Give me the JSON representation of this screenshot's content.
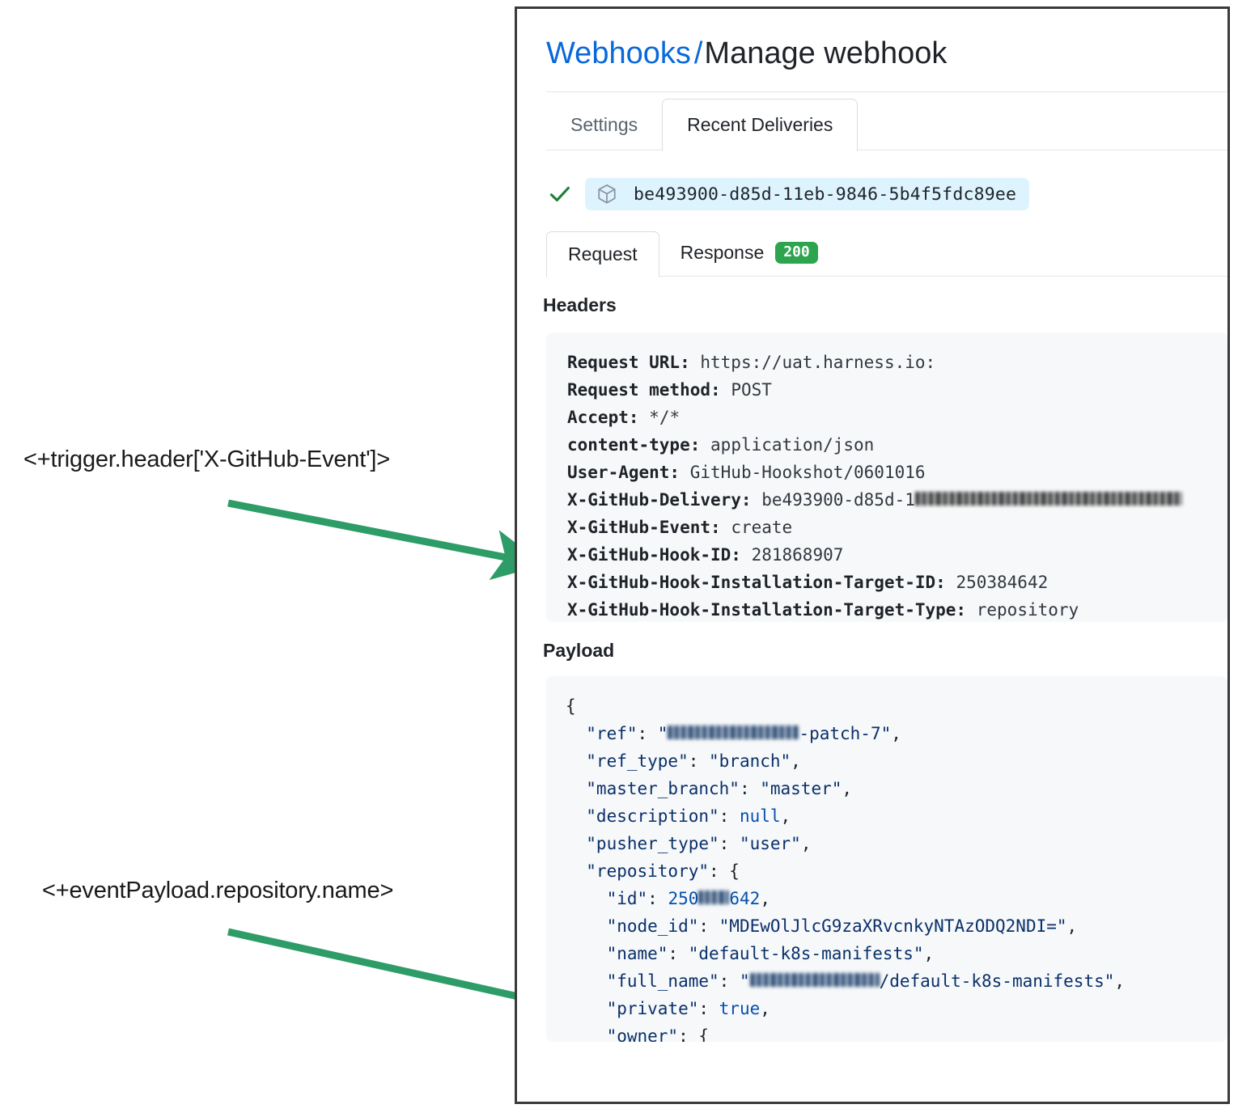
{
  "annotations": [
    {
      "name": "header-expression",
      "text": "<+trigger.header['X-GitHub-Event']>"
    },
    {
      "name": "payload-expression",
      "text": "<+eventPayload.repository.name>"
    }
  ],
  "arrow_color": "#2e9c66",
  "panel": {
    "breadcrumb": {
      "parent": "Webhooks",
      "separator": "/",
      "current": "Manage webhook"
    },
    "tabs": [
      {
        "label": "Settings",
        "active": false
      },
      {
        "label": "Recent Deliveries",
        "active": true
      }
    ],
    "delivery": {
      "status_icon": "check-icon",
      "package_icon": "cube-icon",
      "id": "be493900-d85d-11eb-9846-5b4f5fdc89ee"
    },
    "inner_tabs": [
      {
        "label": "Request",
        "active": true
      },
      {
        "label": "Response",
        "active": false,
        "badge": "200",
        "badge_color": "#2da44e"
      }
    ],
    "headers_section": {
      "label": "Headers",
      "lines": [
        {
          "key": "Request URL:",
          "value": "https://uat.harness.io:"
        },
        {
          "key": "Request method:",
          "value": "POST"
        },
        {
          "key": "Accept:",
          "value": "*/*"
        },
        {
          "key": "content-type:",
          "value": "application/json"
        },
        {
          "key": "User-Agent:",
          "value": "GitHub-Hookshot/0601016"
        },
        {
          "key": "X-GitHub-Delivery:",
          "value": "be493900-d85d-1",
          "redacted_suffix": true
        },
        {
          "key": "X-GitHub-Event:",
          "value": "create"
        },
        {
          "key": "X-GitHub-Hook-ID:",
          "value": "281868907"
        },
        {
          "key": "X-GitHub-Hook-Installation-Target-ID:",
          "value": "250384642"
        },
        {
          "key": "X-GitHub-Hook-Installation-Target-Type:",
          "value": "repository"
        }
      ]
    },
    "payload_section": {
      "label": "Payload",
      "lines": [
        {
          "text": "{"
        },
        {
          "key": "\"ref\"",
          "value_prefix_redacted": true,
          "value_suffix": "-patch-7\"",
          "trailing": ","
        },
        {
          "key": "\"ref_type\"",
          "value": "\"branch\"",
          "trailing": ","
        },
        {
          "key": "\"master_branch\"",
          "value": "\"master\"",
          "trailing": ","
        },
        {
          "key": "\"description\"",
          "literal": "null",
          "trailing": ","
        },
        {
          "key": "\"pusher_type\"",
          "value": "\"user\"",
          "trailing": ","
        },
        {
          "key": "\"repository\"",
          "text_after": "{"
        },
        {
          "key": "\"id\"",
          "literal_prefix": "250",
          "literal_redacted": true,
          "literal_suffix": "642",
          "trailing": ","
        },
        {
          "key": "\"node_id\"",
          "value": "\"MDEwOlJlcG9zaXRvcnkyNTAzODQ2NDI=\"",
          "trailing": ","
        },
        {
          "key": "\"name\"",
          "value": "\"default-k8s-manifests\"",
          "trailing": ","
        },
        {
          "key": "\"full_name\"",
          "value_prefix_redacted": true,
          "value_suffix": "/default-k8s-manifests\"",
          "trailing": ","
        },
        {
          "key": "\"private\"",
          "literal": "true",
          "trailing": ","
        },
        {
          "key": "\"owner\"",
          "text_after": "{"
        }
      ]
    }
  }
}
